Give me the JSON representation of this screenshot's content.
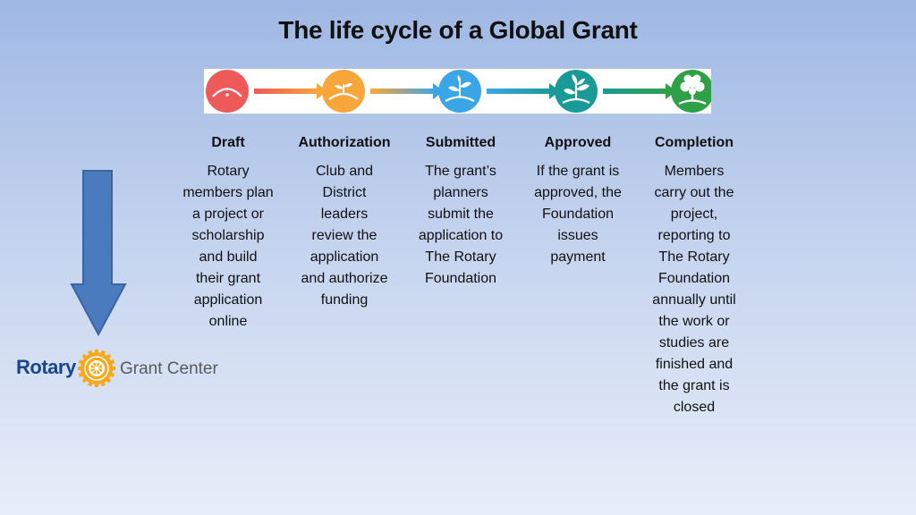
{
  "title": "The life cycle of a Global Grant",
  "stages": [
    {
      "name": "Draft",
      "lines": [
        "Rotary",
        "members plan",
        "a project or",
        "scholarship",
        "and build",
        "their grant",
        "application",
        "online"
      ],
      "color": "#ee5a5a",
      "icon": "seed-sprout-icon"
    },
    {
      "name": "Authorization",
      "lines": [
        "Club and",
        "District",
        "leaders",
        "review the",
        "application",
        "and authorize",
        "funding"
      ],
      "color": "#f8a63a",
      "icon": "sprout-icon"
    },
    {
      "name": "Submitted",
      "lines": [
        "The grant’s",
        "planners",
        "submit the",
        "application to",
        "The Rotary",
        "Foundation"
      ],
      "color": "#3aa6e6",
      "icon": "seedling-icon"
    },
    {
      "name": "Approved",
      "lines": [
        "If the grant is",
        "approved, the",
        "Foundation",
        "issues",
        "payment"
      ],
      "color": "#1a9a96",
      "icon": "young-plant-icon"
    },
    {
      "name": "Completion",
      "lines": [
        "Members",
        "carry out the",
        "project,",
        "reporting to",
        "The Rotary",
        "Foundation",
        "annually until",
        "the work or",
        "studies are",
        "finished and",
        "the grant is",
        "closed"
      ],
      "color": "#2ea146",
      "icon": "tree-icon"
    }
  ],
  "logo": {
    "word": "Rotary",
    "subtitle": "Grant Center",
    "wheel_color": "#f7a81b",
    "word_color": "#17458f"
  },
  "arrow_color": "#4a7bbf"
}
